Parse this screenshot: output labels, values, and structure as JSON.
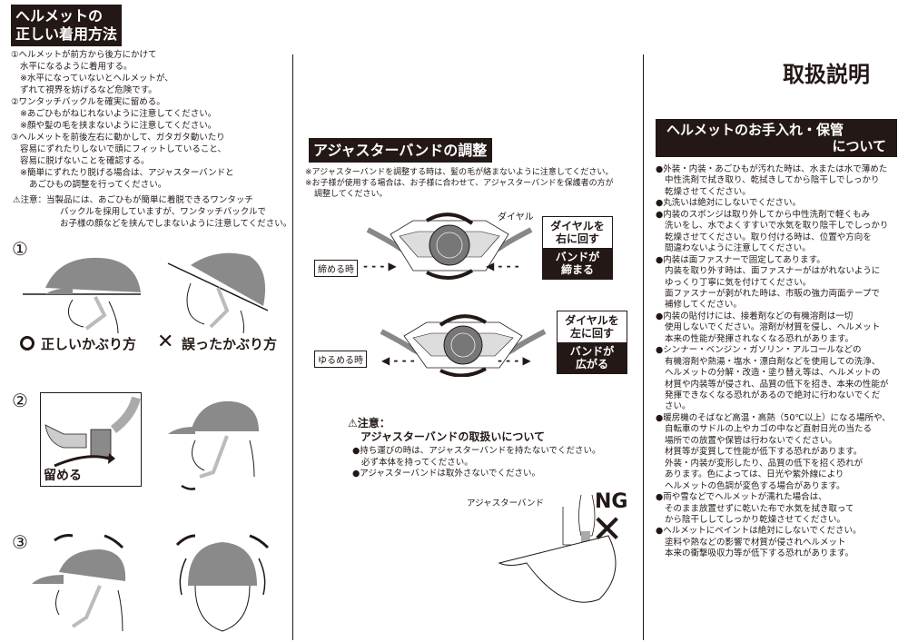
{
  "left": {
    "title_line1": "ヘルメットの",
    "title_line2": "正しい着用方法",
    "lines": [
      "①ヘルメットが前方から後方にかけて",
      "水平になるように着用する。",
      "※水平になっていないとヘルメットが、",
      "ずれて視界を妨げるなど危険です。",
      "②ワンタッチバックルを確実に留める。",
      "※あごひもがねじれないように注意してください。",
      "※顔や髪の毛を挟まないように注意してください。",
      "③ヘルメットを前後左右に動かして、ガタガタ動いたり",
      "容易にずれたりしないで頭にフィットしていること、",
      "容易に脱げないことを確認する。",
      "※簡単にずれたり脱げる場合は、アジャスターバンドと",
      "あごひもの調整を行ってください。"
    ],
    "caution": [
      "⚠注意：当製品には、あごひもが簡単に着脱できるワンタッチ",
      "バックルを採用していますが、ワンタッチバックルで",
      "お子様の顔などを挟んでしまないように注意してください。"
    ],
    "step1": "①",
    "step2": "②",
    "step3": "③",
    "correct_label": "正しいかぶり方",
    "wrong_label": "誤ったかぶり方",
    "fasten_label": "留める"
  },
  "middle": {
    "title": "アジャスターバンドの調整",
    "notes": [
      "※アジャスターバンドを調整する時は、髪の毛が絡まないように注意してください。",
      "※お子様が使用する場合は、お子様に合わせて、アジャスターバンドを保護者の方が",
      "調整してください。"
    ],
    "dial_label": "ダイヤル",
    "tighten": {
      "tag": "締める時",
      "top": [
        "ダイヤルを",
        "右に回す"
      ],
      "bottom": [
        "バンドが",
        "締まる"
      ]
    },
    "loosen": {
      "tag": "ゆるめる時",
      "top": [
        "ダイヤルを",
        "左に回す"
      ],
      "bottom": [
        "バンドが",
        "広がる"
      ]
    },
    "caution_head": "⚠注意：",
    "caution_title": "アジャスターバンドの取扱いについて",
    "caution_lines": [
      "●持ち運びの時は、アジャスターバンドを持たないでください。",
      "必ず本体を持ってください。",
      "●アジャスターバンドは取外さないでください。"
    ],
    "band_label": "アジャスターバンド",
    "ng": "NG"
  },
  "right": {
    "doc_title": "取扱説明",
    "title_line1": "ヘルメットのお手入れ・保管",
    "title_line2": "について",
    "lines": [
      "●外装・内装・あごひもが汚れた時は、水または水で薄めた",
      "中性洗剤で拭き取り、乾拭きしてから陰干しでしっかり",
      "乾燥させてください。",
      "●丸洗いは絶対にしないでください。",
      "●内装のスポンジは取り外してから中性洗剤で軽くもみ",
      "洗いをし、水でよくすすいで水気を取り陰干しでしっかり",
      "乾燥させてください。取り付ける時は、位置や方向を",
      "間違わないように注意してください。",
      "●内装は面ファスナーで固定してあります。",
      "内装を取り外す時は、面ファスナーがはがれないように",
      "ゆっくり丁寧に気を付けてください。",
      "面ファスナーが剥がれた時は、市販の強力両面テープで",
      "補修してください。",
      "●内装の貼付けには、接着剤などの有機溶剤は一切",
      "使用しないでください。溶剤が材質を侵し、ヘルメット",
      "本来の性能が発揮されなくなる恐れがあります。",
      "●シンナー・ベンジン・ガソリン・アルコールなどの",
      "有機溶剤や熱湯・塩水・漂白剤などを使用しての洗浄、",
      "ヘルメットの分解・改造・塗り替え等は、ヘルメットの",
      "材質や内装等が侵され、品質の低下を招き、本来の性能が",
      "発揮できなくなる恐れがあるので絶対に行わないでくだ",
      "さい。",
      "●暖房機のそばなど高温・高熱（50℃以上）になる場所や、",
      "自転車のサドルの上やカゴの中など直射日光の当たる",
      "場所での放置や保管は行わないでください。",
      "材質等が変質して性能が低下する恐れがあります。",
      "外装・内装が変形したり、品質の低下を招く恐れが",
      "あります。色によっては、日光や紫外線により",
      "ヘルメットの色調が変色する場合があります。",
      "●雨や雪などでヘルメットが濡れた場合は、",
      "そのまま放置せずに乾いた布で水気を拭き取って",
      "から陰干ししてしっかり乾燥させてください。",
      "●ヘルメットにペイントは絶対にしないでください。",
      "塗料や熱などの影響で材質が侵されヘルメット",
      "本来の衝撃吸収力等が低下する恐れがあります。"
    ]
  }
}
